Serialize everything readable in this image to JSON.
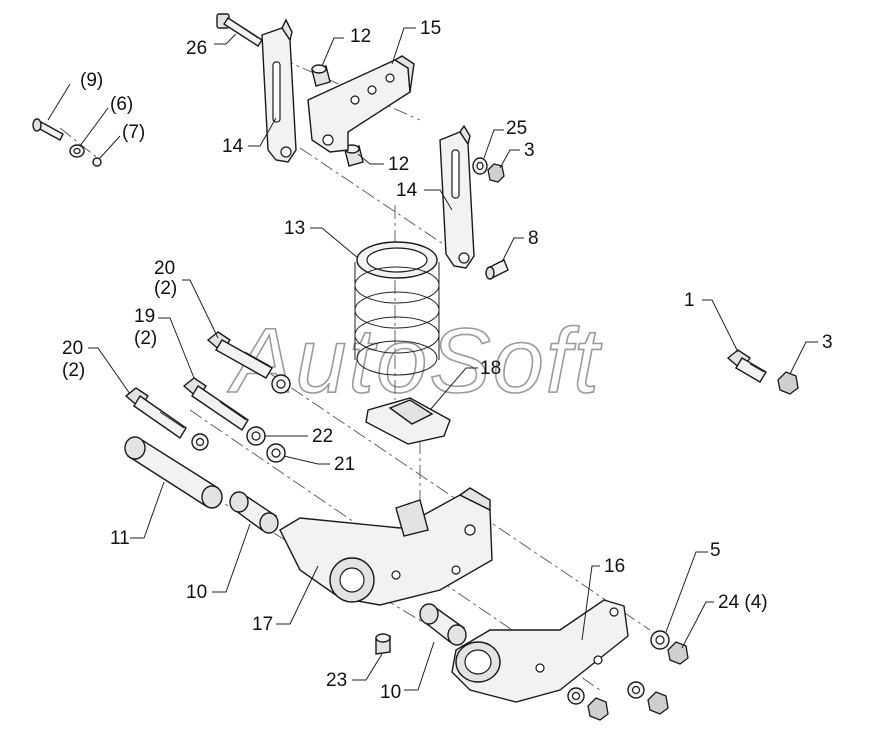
{
  "watermark": "AutoSoft",
  "callouts": [
    {
      "id": "c9",
      "text": "(9)"
    },
    {
      "id": "c6",
      "text": "(6)"
    },
    {
      "id": "c7",
      "text": "(7)"
    },
    {
      "id": "c26",
      "text": "26"
    },
    {
      "id": "c12a",
      "text": "12"
    },
    {
      "id": "c15",
      "text": "15"
    },
    {
      "id": "c14a",
      "text": "14"
    },
    {
      "id": "c12b",
      "text": "12"
    },
    {
      "id": "c25",
      "text": "25"
    },
    {
      "id": "c3a",
      "text": "3"
    },
    {
      "id": "c14b",
      "text": "14"
    },
    {
      "id": "c13",
      "text": "13"
    },
    {
      "id": "c8",
      "text": "8"
    },
    {
      "id": "c20a",
      "text": "20"
    },
    {
      "id": "c20a2",
      "text": "(2)"
    },
    {
      "id": "c1",
      "text": "1"
    },
    {
      "id": "c3b",
      "text": "3"
    },
    {
      "id": "c19",
      "text": "19"
    },
    {
      "id": "c192",
      "text": "(2)"
    },
    {
      "id": "c20b",
      "text": "20"
    },
    {
      "id": "c20b2",
      "text": "(2)"
    },
    {
      "id": "c18",
      "text": "18"
    },
    {
      "id": "c22",
      "text": "22"
    },
    {
      "id": "c21",
      "text": "21"
    },
    {
      "id": "c11",
      "text": "11"
    },
    {
      "id": "c16",
      "text": "16"
    },
    {
      "id": "c5",
      "text": "5"
    },
    {
      "id": "c24",
      "text": "24 (4)"
    },
    {
      "id": "c10a",
      "text": "10"
    },
    {
      "id": "c17",
      "text": "17"
    },
    {
      "id": "c23",
      "text": "23"
    },
    {
      "id": "c10b",
      "text": "10"
    }
  ]
}
